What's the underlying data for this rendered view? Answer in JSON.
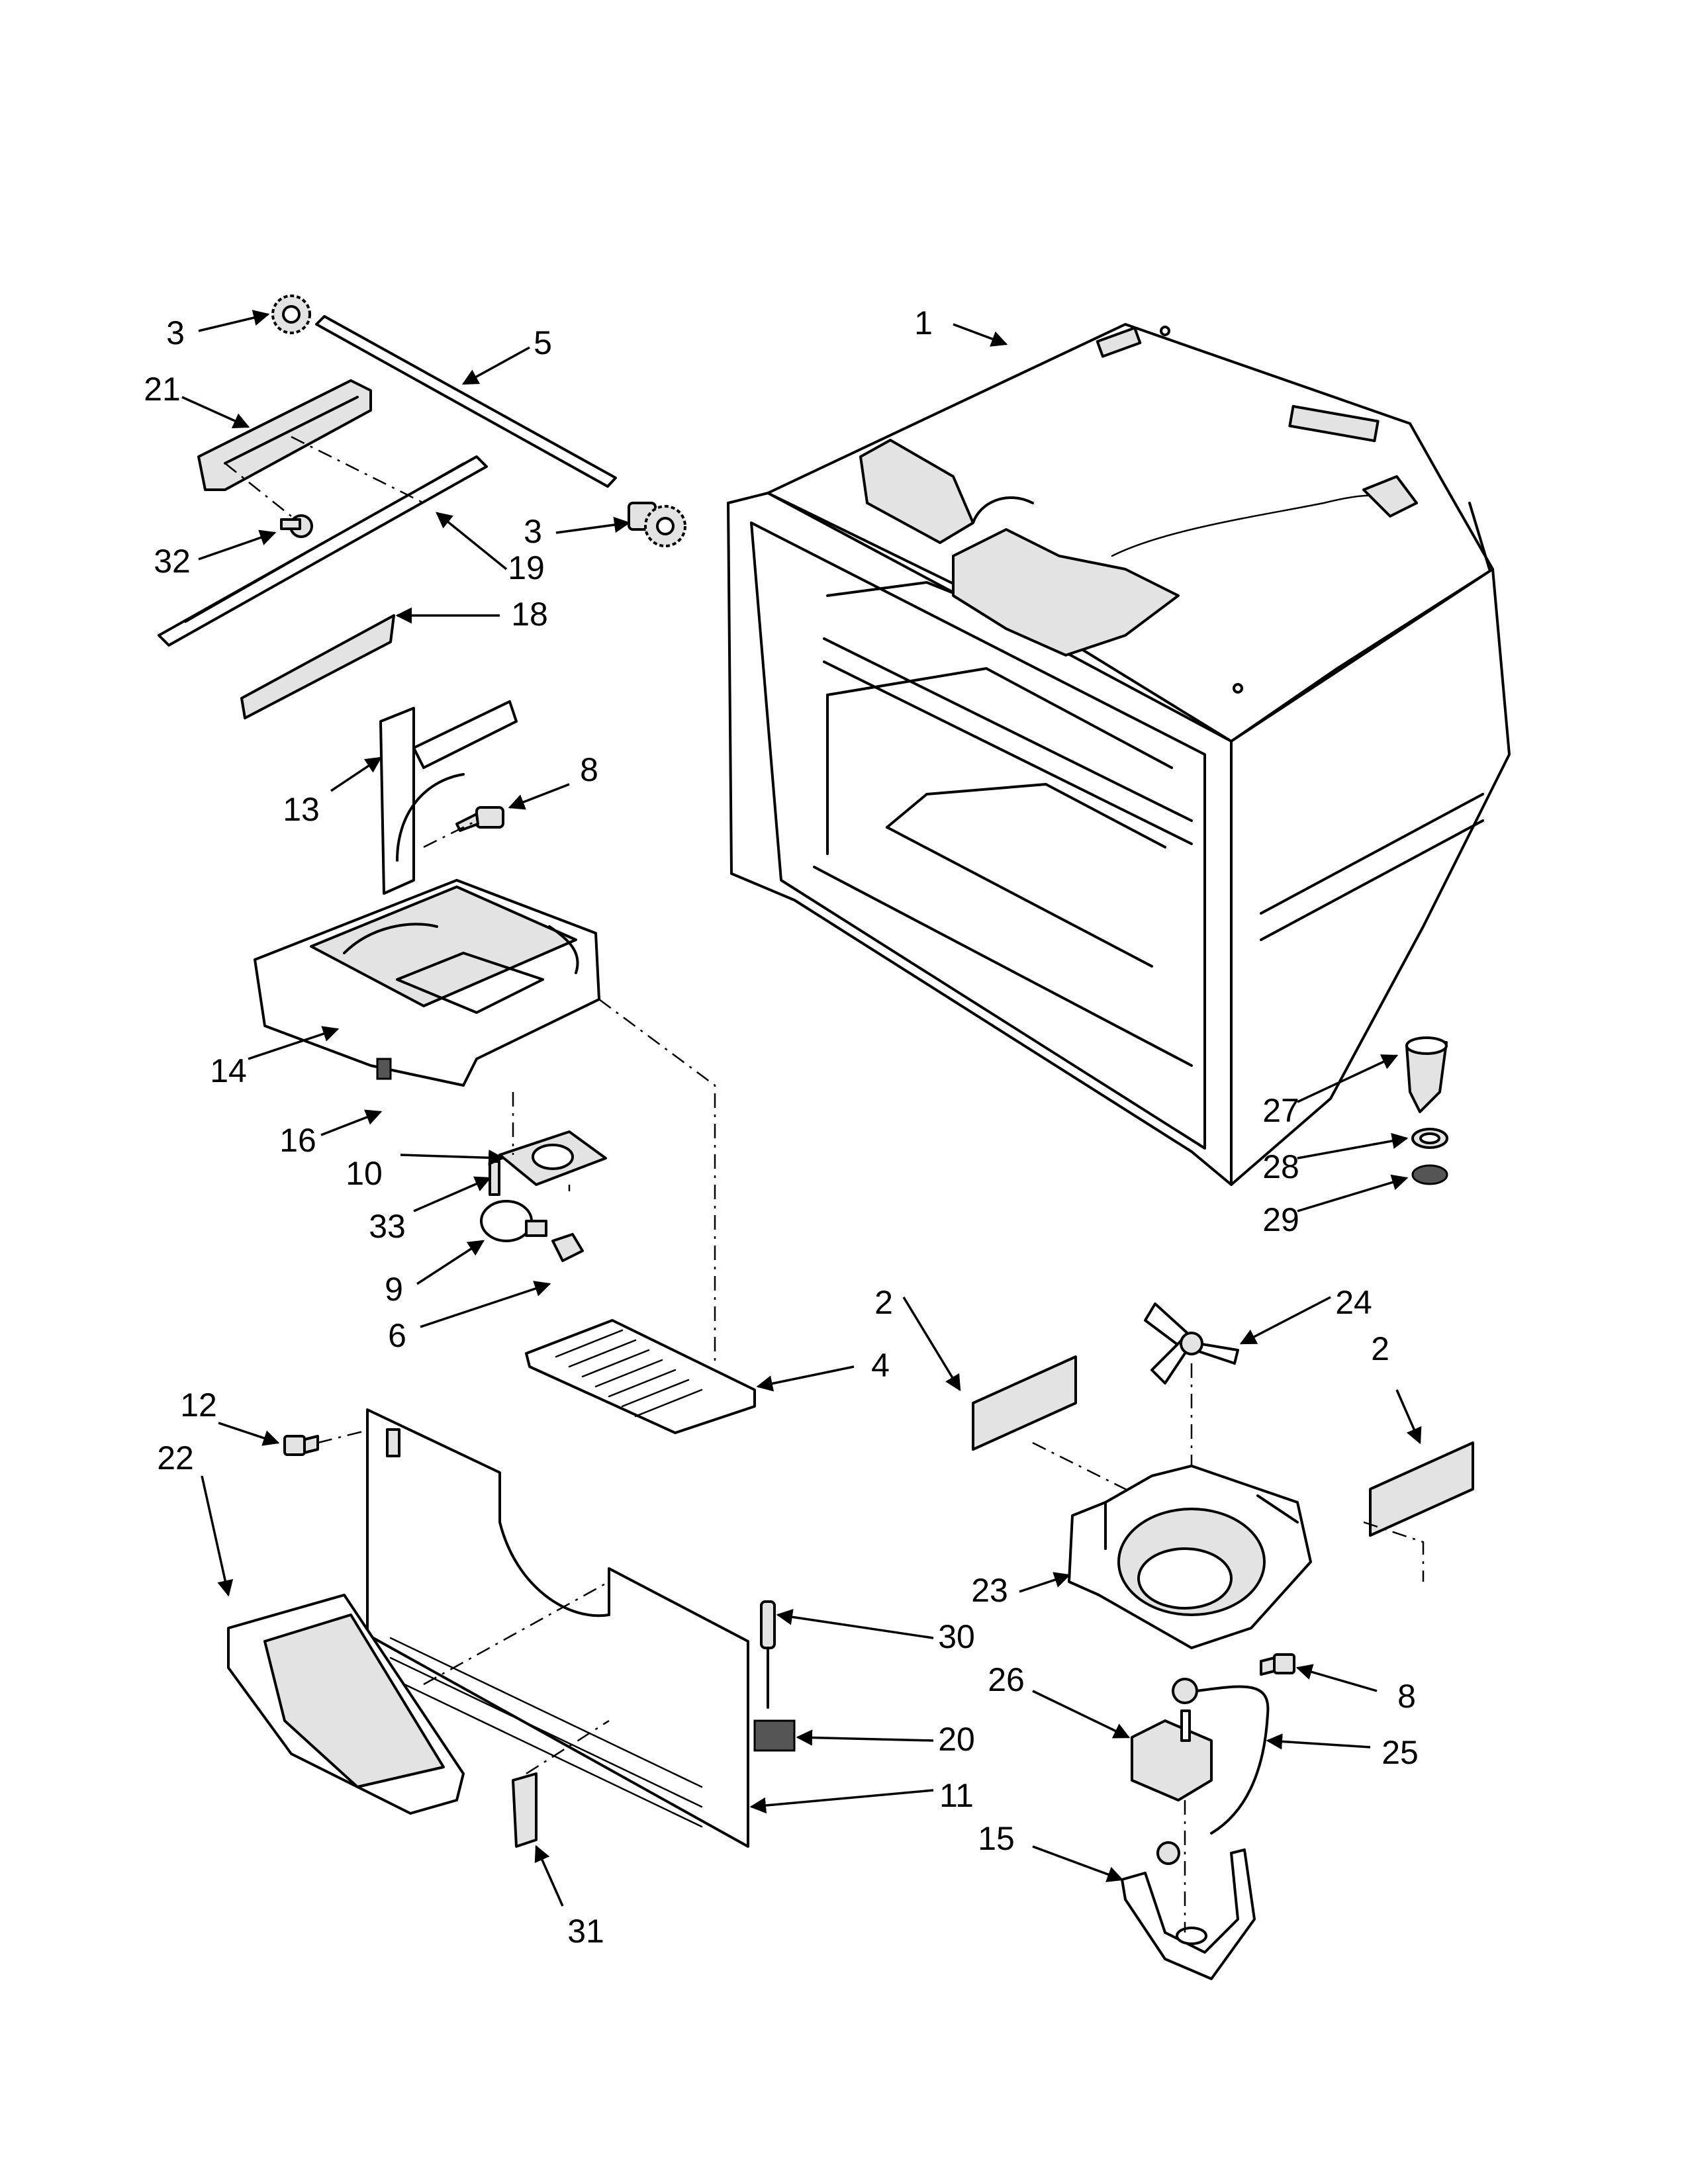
{
  "callouts": [
    {
      "id": "c1",
      "label": "1"
    },
    {
      "id": "c2a",
      "label": "2"
    },
    {
      "id": "c2b",
      "label": "2"
    },
    {
      "id": "c3a",
      "label": "3"
    },
    {
      "id": "c3b",
      "label": "3"
    },
    {
      "id": "c4",
      "label": "4"
    },
    {
      "id": "c5",
      "label": "5"
    },
    {
      "id": "c6",
      "label": "6"
    },
    {
      "id": "c8a",
      "label": "8"
    },
    {
      "id": "c8b",
      "label": "8"
    },
    {
      "id": "c9",
      "label": "9"
    },
    {
      "id": "c10",
      "label": "10"
    },
    {
      "id": "c11",
      "label": "11"
    },
    {
      "id": "c12",
      "label": "12"
    },
    {
      "id": "c13",
      "label": "13"
    },
    {
      "id": "c14",
      "label": "14"
    },
    {
      "id": "c15",
      "label": "15"
    },
    {
      "id": "c16",
      "label": "16"
    },
    {
      "id": "c18",
      "label": "18"
    },
    {
      "id": "c19",
      "label": "19"
    },
    {
      "id": "c20",
      "label": "20"
    },
    {
      "id": "c21",
      "label": "21"
    },
    {
      "id": "c22",
      "label": "22"
    },
    {
      "id": "c23",
      "label": "23"
    },
    {
      "id": "c24",
      "label": "24"
    },
    {
      "id": "c25",
      "label": "25"
    },
    {
      "id": "c26",
      "label": "26"
    },
    {
      "id": "c27",
      "label": "27"
    },
    {
      "id": "c28",
      "label": "28"
    },
    {
      "id": "c29",
      "label": "29"
    },
    {
      "id": "c30",
      "label": "30"
    },
    {
      "id": "c31",
      "label": "31"
    },
    {
      "id": "c32",
      "label": "32"
    },
    {
      "id": "c33",
      "label": "33"
    }
  ]
}
